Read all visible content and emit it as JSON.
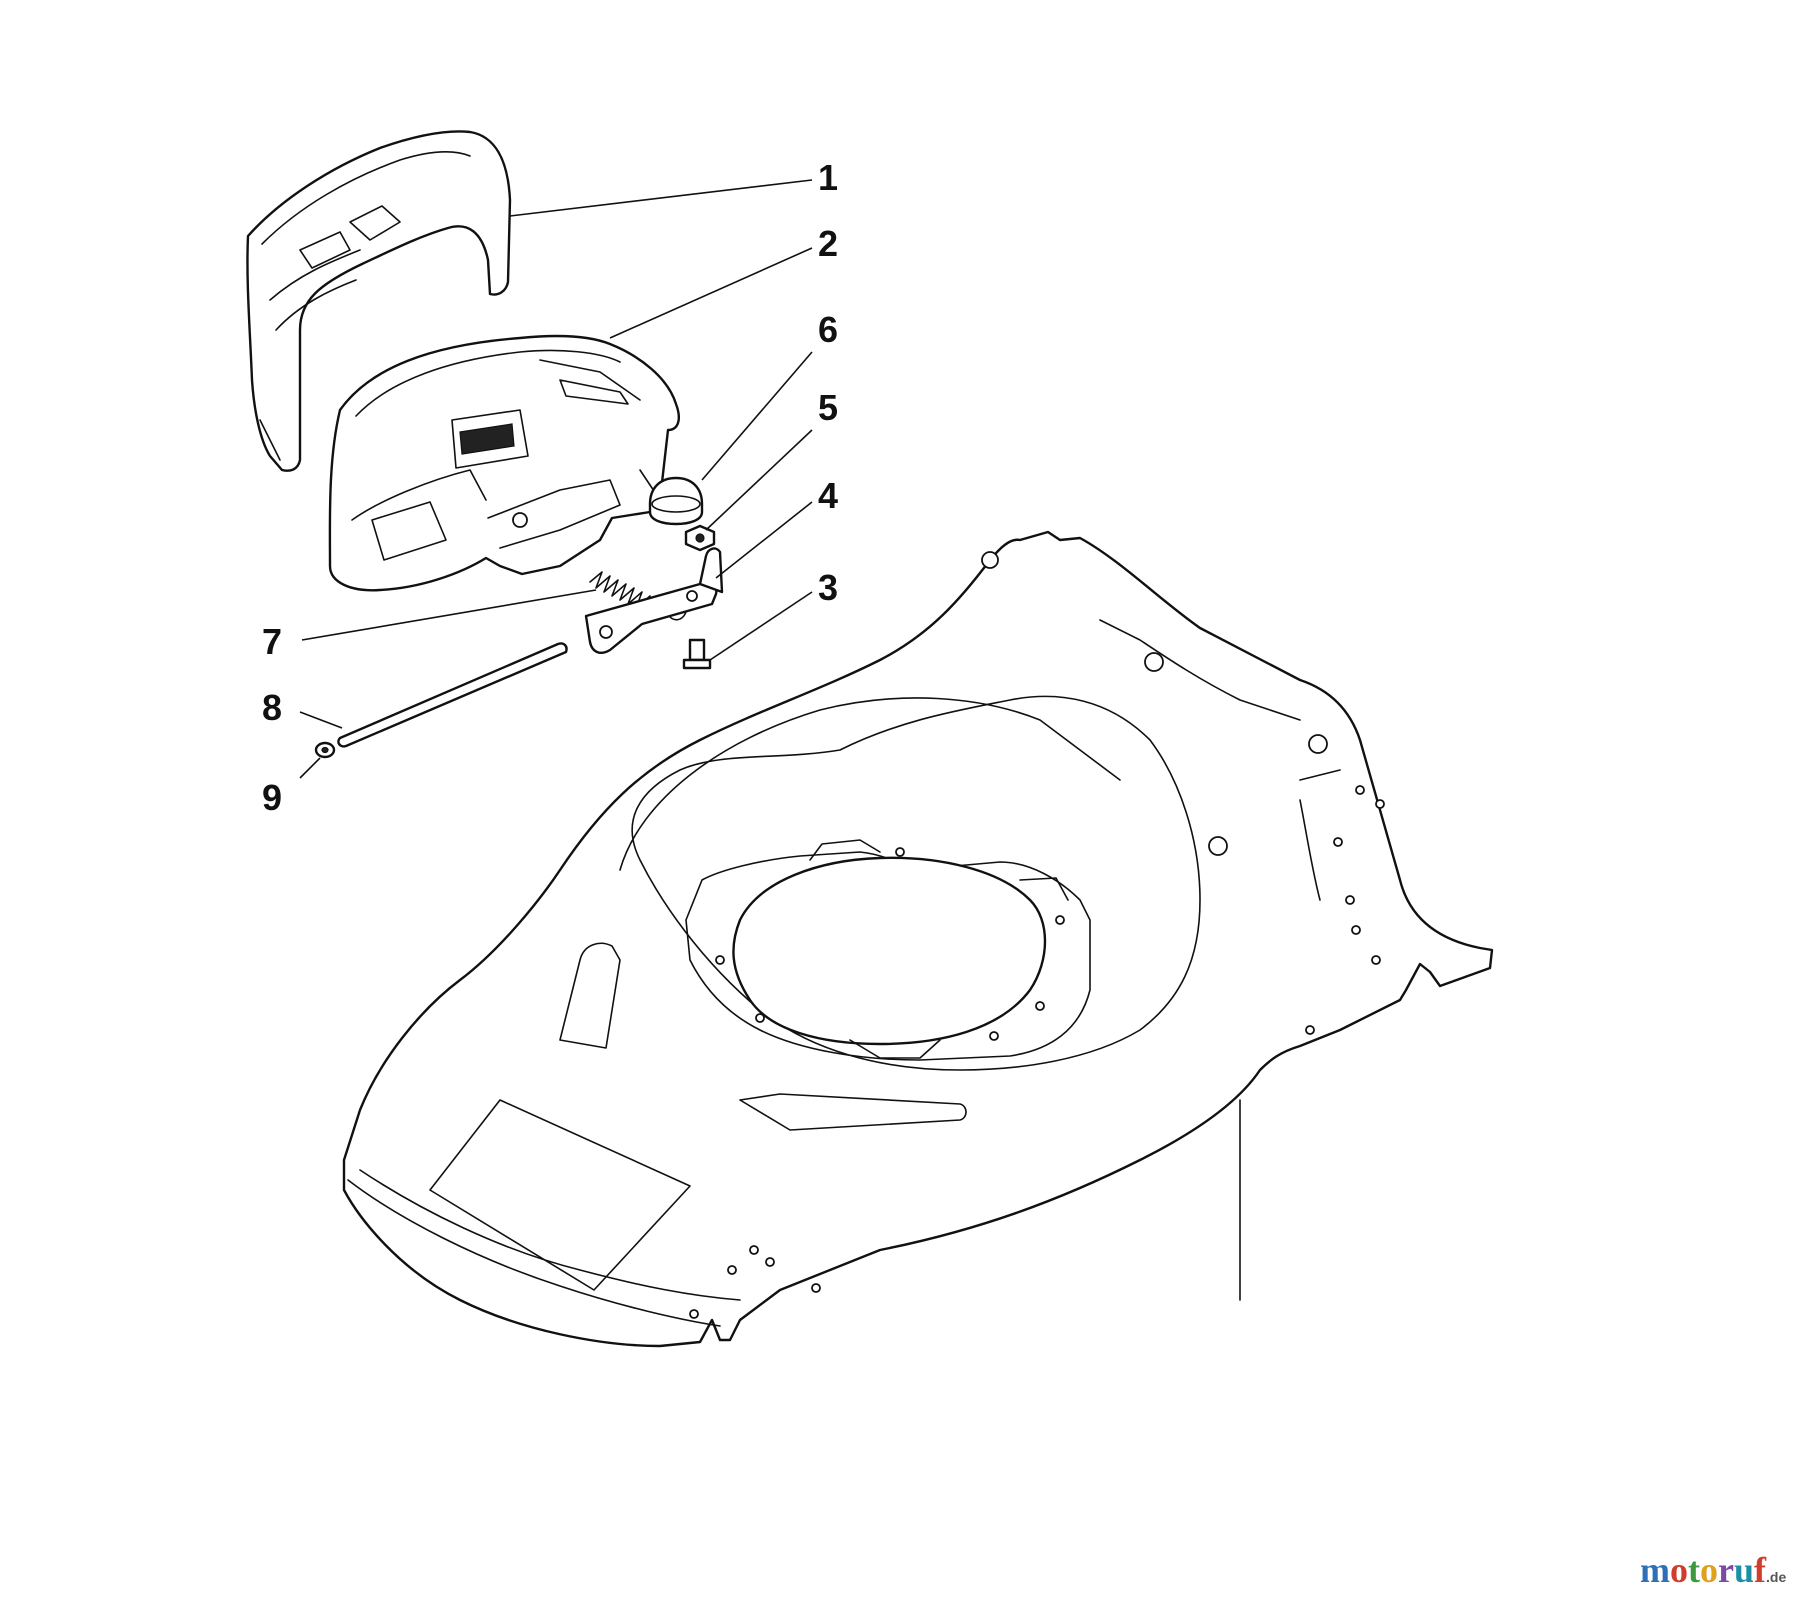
{
  "diagram": {
    "callouts": [
      "1",
      "2",
      "3",
      "4",
      "5",
      "6",
      "7",
      "8",
      "9"
    ]
  },
  "watermark": {
    "letters": [
      "m",
      "o",
      "t",
      "o",
      "r",
      "u",
      "f"
    ],
    "colors": [
      "#2e6fb8",
      "#d23c2c",
      "#3c9a3c",
      "#e0a020",
      "#7a4aa8",
      "#1c8fa8",
      "#d23c2c"
    ],
    "suffix": ".de"
  }
}
